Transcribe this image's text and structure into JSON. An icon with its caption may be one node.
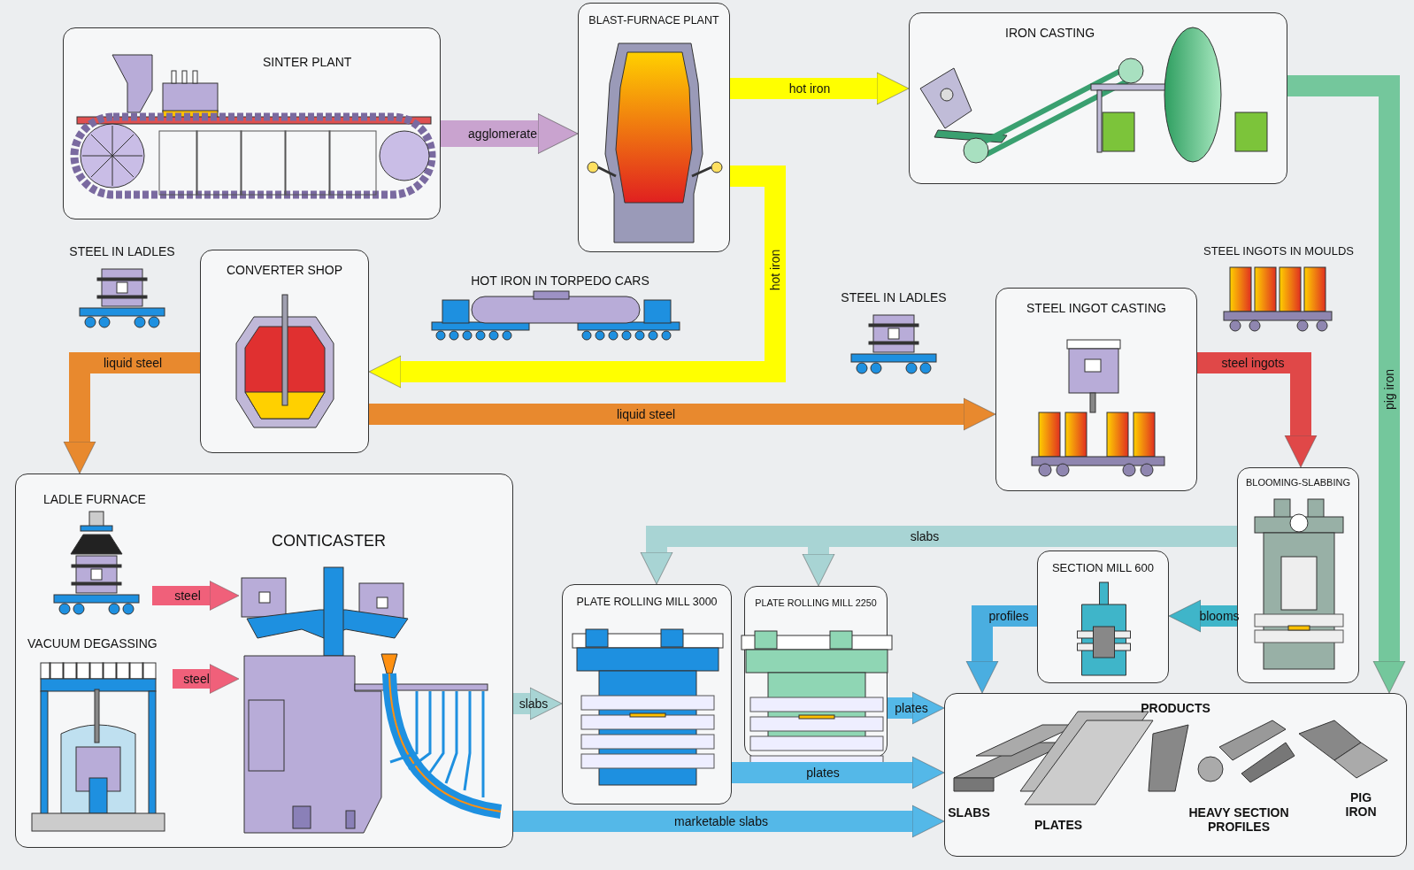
{
  "diagram": {
    "nodes": [
      {
        "text": [
          "SINTER PLANT"
        ]
      },
      {
        "text": [
          "BLAST-FURNACE PLANT"
        ]
      },
      {
        "text": [
          "IRON CASTING"
        ]
      },
      {
        "text": [
          "CONVERTER SHOP"
        ]
      },
      {
        "text": [
          "STEEL INGOT CASTING"
        ]
      },
      {
        "text": [],
        "shape": "box"
      },
      {
        "text": [
          "LADLE FURNACE"
        ],
        "in": 5
      },
      {
        "text": [
          "VACUUM DEGASSING"
        ],
        "in": 5
      },
      {
        "text": [
          "CONTICASTER"
        ],
        "in": 5
      },
      {
        "text": [
          "PLATE ROLLING MILL 3000"
        ]
      },
      {
        "text": [
          "PLATE ROLLING MILL 2250"
        ]
      },
      {
        "text": [
          "SECTION MILL 600"
        ]
      },
      {
        "text": [
          "BLOOMING-SLABBING"
        ]
      },
      {
        "text": [
          "PRODUCTS"
        ]
      }
    ],
    "edges": [
      {
        "from": 0,
        "to": 1,
        "arrow": "to",
        "label": "agglomerate",
        "color": "#c9a3cf"
      },
      {
        "from": 1,
        "to": 2,
        "arrow": "to",
        "label": "hot iron",
        "color": "#ffff00"
      },
      {
        "from": 1,
        "to": 3,
        "arrow": "to",
        "label": "hot iron",
        "color": "#ffff00"
      },
      {
        "from": 3,
        "to": 5,
        "arrow": "to",
        "label": "liquid steel",
        "color": "#e8892e"
      },
      {
        "from": 3,
        "to": 4,
        "arrow": "to",
        "label": "liquid steel",
        "color": "#e8892e"
      },
      {
        "from": 4,
        "to": 12,
        "arrow": "to",
        "label": "steel ingots",
        "color": "#e04848"
      },
      {
        "from": 2,
        "to": 13,
        "arrow": "to",
        "label": "pig iron",
        "color": "#74c79c"
      },
      {
        "from": 12,
        "to": 9,
        "arrow": "to",
        "label": "slabs",
        "color": "#a8d4d4"
      },
      {
        "from": 12,
        "to": 10,
        "arrow": "to",
        "color": "#a8d4d4"
      },
      {
        "from": 12,
        "to": 11,
        "arrow": "to",
        "label": "blooms",
        "color": "#3fb5c9"
      },
      {
        "from": 11,
        "to": 13,
        "arrow": "to",
        "label": "profiles",
        "color": "#4aaee0"
      },
      {
        "from": 5,
        "to": 9,
        "arrow": "to",
        "label": "slabs",
        "color": "#a8d4d4"
      },
      {
        "from": 9,
        "to": 13,
        "arrow": "to",
        "label": "plates",
        "color": "#54b8e8"
      },
      {
        "from": 10,
        "to": 13,
        "arrow": "to",
        "label": "plates",
        "color": "#54b8e8"
      },
      {
        "from": 5,
        "to": 13,
        "arrow": "to",
        "label": "marketable slabs",
        "color": "#54b8e8"
      },
      {
        "from": 6,
        "to": 8,
        "arrow": "to",
        "label": "steel",
        "color": "#f0607a"
      },
      {
        "from": 7,
        "to": 8,
        "arrow": "to",
        "label": "steel",
        "color": "#f0607a"
      }
    ],
    "labels": [
      "STEEL IN LADLES",
      "HOT IRON IN TORPEDO CARS",
      "STEEL IN LADLES",
      "STEEL INGOTS IN MOULDS",
      "SLABS",
      "PLATES",
      "HEAVY SECTION PROFILES",
      "PIG IRON"
    ]
  }
}
